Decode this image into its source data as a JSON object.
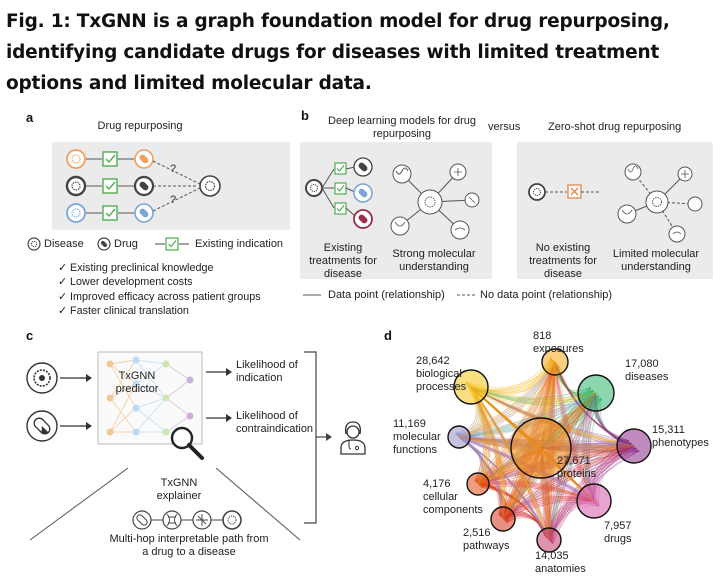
{
  "figure": {
    "title": "Fig. 1: TxGNN is a graph foundation model for drug repurposing, identifying candidate drugs for diseases with limited treatment options and limited molecular data."
  },
  "panel_a": {
    "label": "a",
    "heading": "Drug repurposing",
    "question_mark": "?",
    "legend": {
      "disease": "Disease",
      "drug": "Drug",
      "indication": "Existing indication"
    },
    "bullets": [
      "Existing preclinical knowledge",
      "Lower development costs",
      "Improved efficacy across patient groups",
      "Faster clinical translation"
    ]
  },
  "panel_b": {
    "label": "b",
    "heading_left": "Deep learning models for drug repurposing",
    "versus": "versus",
    "heading_right": "Zero-shot drug repurposing",
    "box1": {
      "left_caption": "Existing treatments for disease",
      "right_caption": "Strong molecular understanding"
    },
    "box2": {
      "left_caption": "No existing treatments for disease",
      "right_caption": "Limited molecular understanding"
    },
    "legend_solid": "Data point (relationship)",
    "legend_dashed": "No data point (relationship)"
  },
  "panel_c": {
    "label": "c",
    "predictor": "TxGNN predictor",
    "out1": "Likelihood of indication",
    "out2": "Likelihood of contraindication",
    "explainer": "TxGNN explainer",
    "path_caption": "Multi-hop interpretable path from a drug to a disease"
  },
  "panel_d": {
    "label": "d",
    "nodes": [
      {
        "count": "818",
        "name": "exposures",
        "color": "#f2a516"
      },
      {
        "count": "17,080",
        "name": "diseases",
        "color": "#2fb36a"
      },
      {
        "count": "15,311",
        "name": "phenotypes",
        "color": "#8a2a86"
      },
      {
        "count": "7,957",
        "name": "drugs",
        "color": "#d35aa5"
      },
      {
        "count": "14,035",
        "name": "anatomies",
        "color": "#c23d6e"
      },
      {
        "count": "2,516",
        "name": "pathways",
        "color": "#d9341b"
      },
      {
        "count": "4,176",
        "name": "cellular components",
        "color": "#e24d14"
      },
      {
        "count": "11,169",
        "name": "molecular functions",
        "color": "#9a90c8"
      },
      {
        "count": "28,642",
        "name": "biological processes",
        "color": "#f4c21c"
      },
      {
        "count": "27,671",
        "name": "proteins",
        "color": "#e8861c"
      }
    ]
  }
}
